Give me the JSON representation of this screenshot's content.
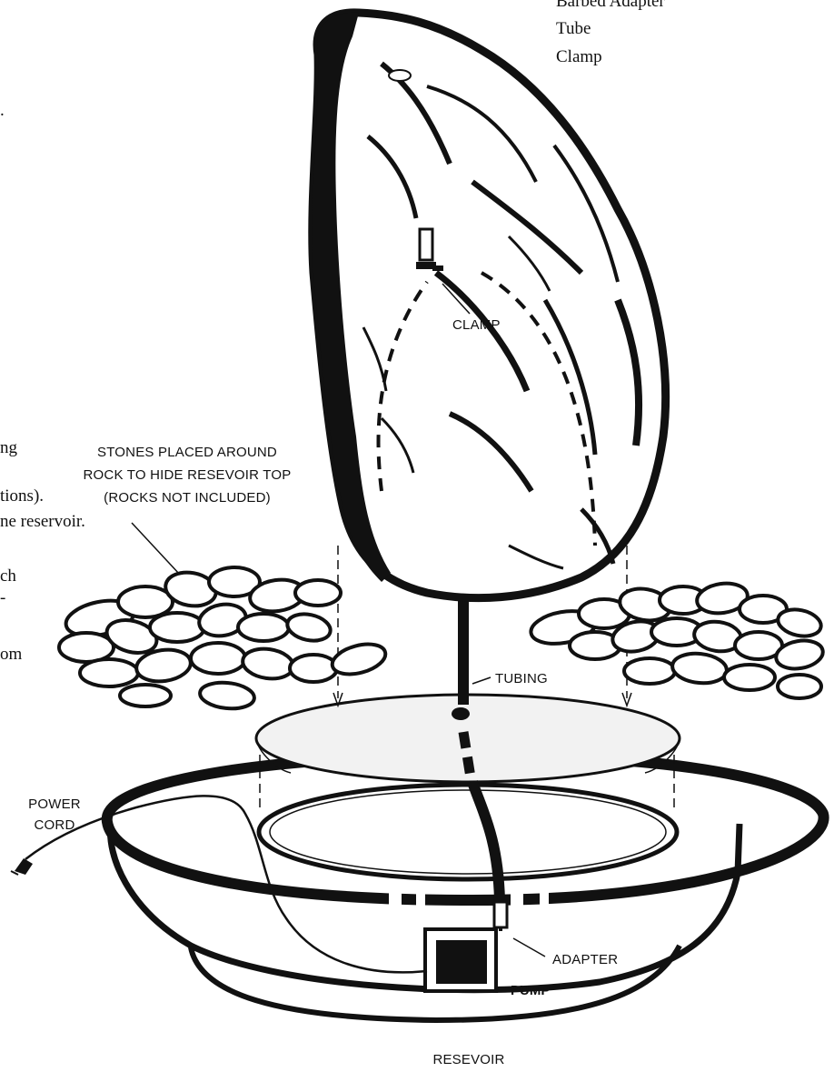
{
  "parts_list": {
    "line1": "Barbed Adapter",
    "line2": "Tube",
    "line3": "Clamp"
  },
  "left_fragments": {
    "dot": ".",
    "f1": "ng",
    "f2": "tions).",
    "f3": "ne reservoir.",
    "f4": "ch",
    "f5": "-",
    "f6": "om"
  },
  "callouts": {
    "stones_line1": "STONES PLACED AROUND",
    "stones_line2": "ROCK TO HIDE RESEVOIR TOP",
    "stones_line3": "(ROCKS NOT INCLUDED)",
    "clamp": "CLAMP",
    "tubing": "TUBING",
    "power_line1": "POWER",
    "power_line2": "CORD",
    "adapter": "ADAPTER",
    "pump": "PUMP",
    "reservoir": "RESEVOIR"
  }
}
